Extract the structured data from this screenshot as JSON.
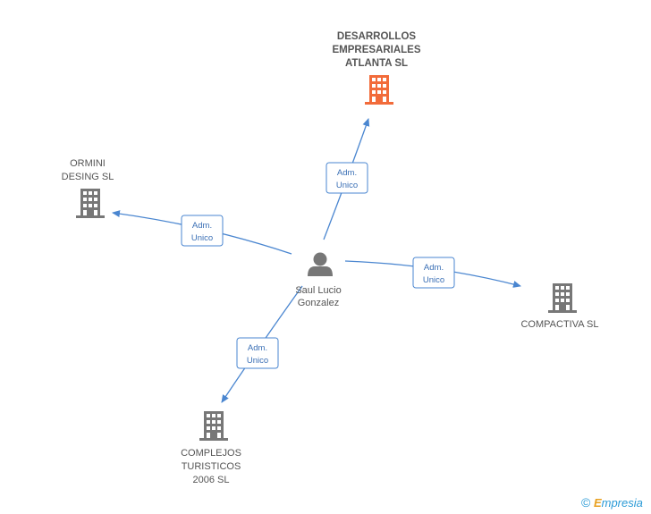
{
  "center": {
    "name_line1": "Saul Lucio",
    "name_line2": "Gonzalez"
  },
  "companies": {
    "desarrollos": {
      "line1": "DESARROLLOS",
      "line2": "EMPRESARIALES",
      "line3": "ATLANTA SL",
      "color": "#f26b3a"
    },
    "ormini": {
      "line1": "ORMINI",
      "line2": "DESING SL",
      "color": "#777777"
    },
    "compactiva": {
      "line1": "COMPACTIVA SL",
      "color": "#777777"
    },
    "complejos": {
      "line1": "COMPLEJOS",
      "line2": "TURISTICOS",
      "line3": "2006  SL",
      "color": "#777777"
    }
  },
  "edges": {
    "to_desarrollos": {
      "line1": "Adm.",
      "line2": "Unico"
    },
    "to_ormini": {
      "line1": "Adm.",
      "line2": "Unico"
    },
    "to_compactiva": {
      "line1": "Adm.",
      "line2": "Unico"
    },
    "to_complejos": {
      "line1": "Adm.",
      "line2": "Unico"
    }
  },
  "brand": {
    "copyright": "©",
    "e": "E",
    "rest": "mpresia"
  },
  "colors": {
    "edge": "#4a86d0",
    "person": "#777777"
  }
}
